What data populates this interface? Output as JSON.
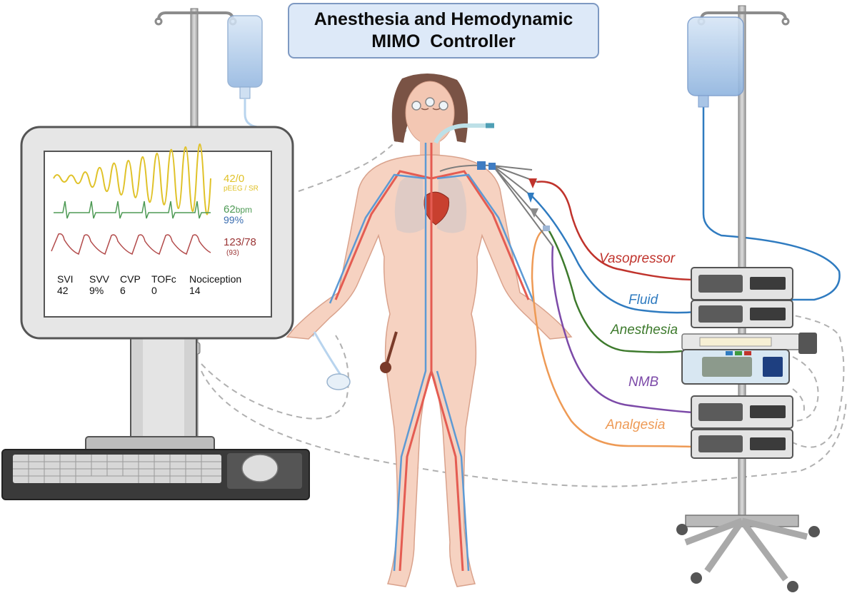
{
  "title": {
    "line1": "Anesthesia and Hemodynamic",
    "line2": "MIMO  Controller"
  },
  "monitor": {
    "eeg_value": "42/0",
    "eeg_label": "pEEG / SR",
    "hr_value": "62",
    "hr_unit": "bpm",
    "spo2": "99%",
    "bp_value": "123/78",
    "map_value": "(93)",
    "params": [
      {
        "label": "SVI",
        "value": "42"
      },
      {
        "label": "SVV",
        "value": "9%"
      },
      {
        "label": "CVP",
        "value": "6"
      },
      {
        "label": "TOFc",
        "value": "0"
      },
      {
        "label": "Nociception",
        "value": "14"
      }
    ]
  },
  "lines": [
    {
      "label": "Vasopressor",
      "color": "#c0332c"
    },
    {
      "label": "Fluid",
      "color": "#2f7bc0"
    },
    {
      "label": "Anesthesia",
      "color": "#3d7a2c"
    },
    {
      "label": "NMB",
      "color": "#7c4aa8"
    },
    {
      "label": "Analgesia",
      "color": "#ee9a55"
    }
  ],
  "colors": {
    "eeg": "#e0c229",
    "hr": "#4e9a55",
    "spo2": "#3b6db0",
    "bp": "#9b3535",
    "title_bg": "#dde9f8"
  }
}
